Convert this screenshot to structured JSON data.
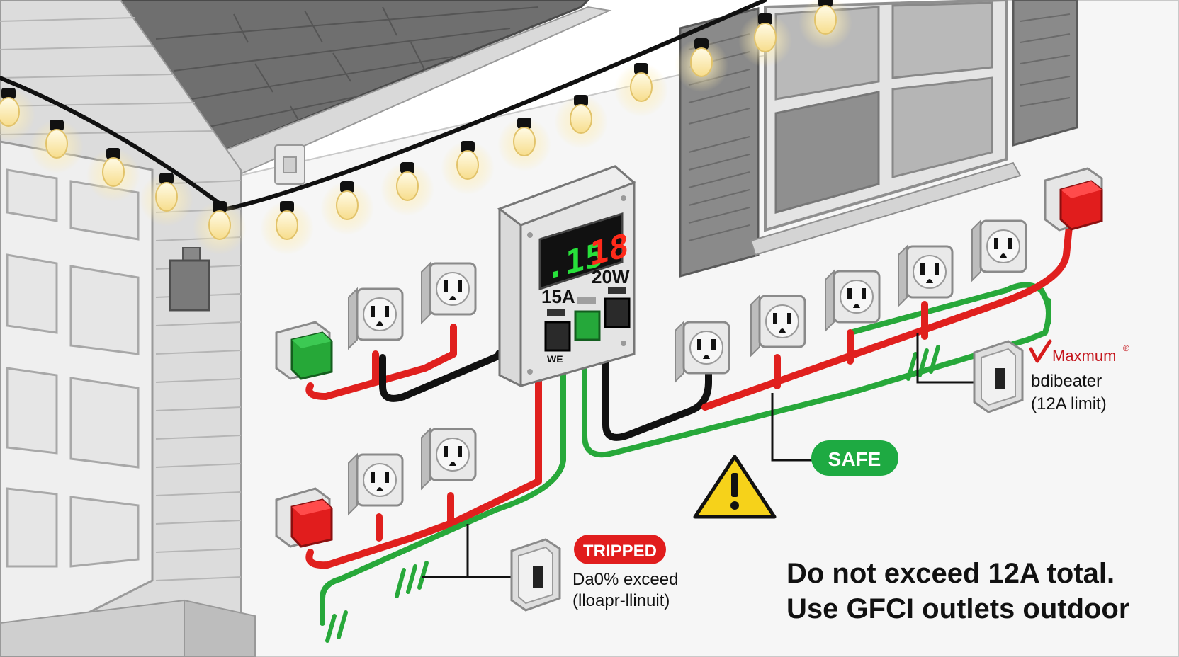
{
  "panel": {
    "display_left": ".15",
    "display_right": "18",
    "rating_left": "15A",
    "rating_right": "20W",
    "bottom_label": "WE"
  },
  "labels": {
    "maximum_title": "Maxmum",
    "maximum_sup": "®",
    "maximum_line1": "bdibeater",
    "maximum_line2": "(12A limit)",
    "safe_badge": "SAFE",
    "tripped_badge": "TRIPPED",
    "tripped_line1": "Da0% exceed",
    "tripped_line2": "(lloapr-llinuit)"
  },
  "footer": {
    "line1": "Do not exceed 12A total.",
    "line2": "Use GFCI outlets outdoor"
  },
  "colors": {
    "hot": "#e0201e",
    "ground": "#27a83a",
    "neutral": "#111111",
    "safe": "#1eaa42",
    "tripped": "#e11d1d",
    "warning": "#f6d21a",
    "display_green": "#27e03a",
    "display_red": "#ff2a1a",
    "bulb_glow": "#fbe7a1"
  },
  "icons": {
    "warning": "warning-triangle-icon",
    "check": "check-mark-icon",
    "ground_break": "ground-hatch-icon"
  }
}
